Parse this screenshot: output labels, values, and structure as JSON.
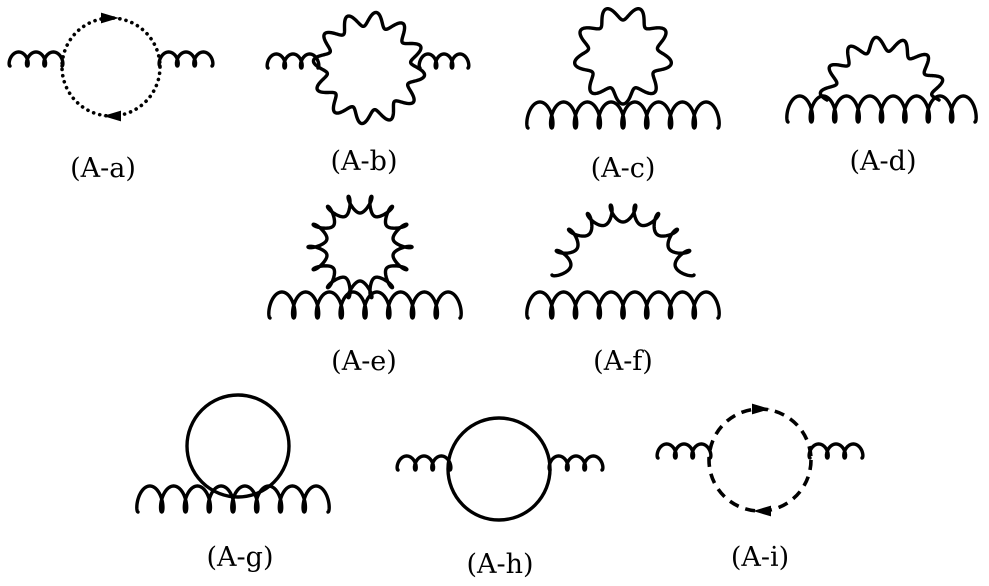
{
  "diagrams": [
    {
      "label": "(A-a)"
    },
    {
      "label": "(A-b)"
    },
    {
      "label": "(A-c)"
    },
    {
      "label": "(A-d)"
    },
    {
      "label": "(A-e)"
    },
    {
      "label": "(A-f)"
    },
    {
      "label": "(A-g)"
    },
    {
      "label": "(A-h)"
    },
    {
      "label": "(A-i)"
    }
  ]
}
